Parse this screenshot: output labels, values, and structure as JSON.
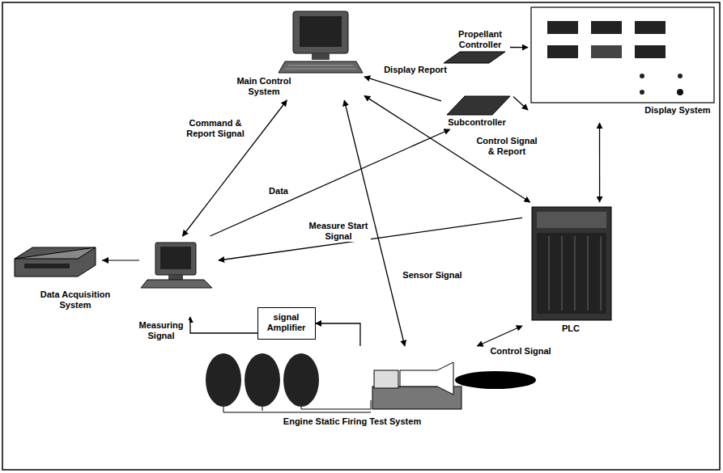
{
  "diagram": {
    "nodes": [
      {
        "text": [
          "Main Control System"
        ]
      },
      {
        "text": [
          "Propellant Controller"
        ]
      },
      {
        "text": [
          "Display System"
        ]
      },
      {
        "text": [
          "Subcontroller"
        ]
      },
      {
        "text": [
          "PLC"
        ]
      },
      {
        "text": [
          "Data Acquisition System"
        ]
      },
      {
        "text": [
          "signal Amplifier"
        ]
      },
      {
        "text": [
          "Engine Static Firing Test System"
        ]
      }
    ],
    "edges": [
      {
        "from": 0,
        "to": 5,
        "label": "Command & Report Signal",
        "arrow": "both"
      },
      {
        "from": 3,
        "to": 0,
        "label": "Display Report",
        "arrow": "to"
      },
      {
        "from": 3,
        "to": 2,
        "arrow": "to"
      },
      {
        "from": 1,
        "to": 2,
        "arrow": "to"
      },
      {
        "from": 5,
        "to": 3,
        "label": "Data",
        "arrow": "to"
      },
      {
        "from": 0,
        "to": 4,
        "label": "Control Signal & Report",
        "arrow": "both"
      },
      {
        "from": 2,
        "to": 4,
        "arrow": "both"
      },
      {
        "from": 4,
        "to": 5,
        "label": "Measure Start Signal",
        "arrow": "to"
      },
      {
        "from": 0,
        "to": 7,
        "label": "Sensor Signal",
        "arrow": "both"
      },
      {
        "from": 4,
        "to": 7,
        "label": "Control Signal",
        "arrow": "both"
      },
      {
        "from": 7,
        "to": 6,
        "arrow": "to"
      },
      {
        "from": 6,
        "to": 5,
        "label": "Measuring Signal",
        "arrow": "to"
      }
    ]
  }
}
